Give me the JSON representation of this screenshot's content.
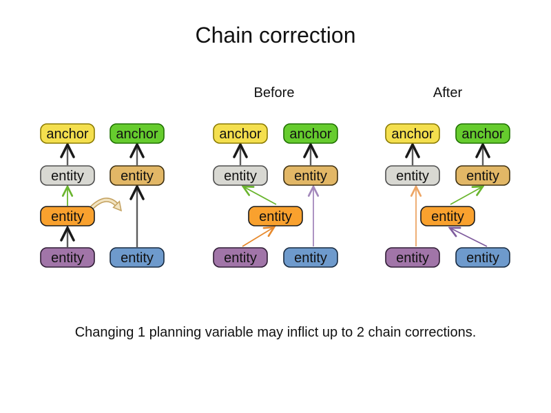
{
  "title": "Chain correction",
  "caption": "Changing 1 planning variable may inflict up to 2 chain corrections.",
  "section_labels": {
    "before": "Before",
    "after": "After"
  },
  "node_labels": {
    "anchor": "anchor",
    "entity": "entity"
  },
  "colors": {
    "anchor_yellow": "#F4DF4E",
    "anchor_yellow_border": "#8A7A00",
    "anchor_green": "#66CC2E",
    "anchor_green_border": "#1E7000",
    "entity_gray": "#D8D8D2",
    "entity_gray_border": "#4D4D4D",
    "entity_tan": "#E2B766",
    "entity_tan_border": "#3D2F10",
    "entity_orange": "#F9A12E",
    "entity_orange_border": "#1A1A1A",
    "entity_purple": "#A175A8",
    "entity_purple_border": "#2E1B33",
    "entity_blue": "#6E9ACC",
    "entity_blue_border": "#16293F",
    "arrow_shaft_gray": "#5C5C5C",
    "arrow_green": "#6AB52E",
    "arrow_orange": "#E78A2E",
    "arrow_orange_light": "#EDA564",
    "arrow_purple_light": "#A287BB",
    "arrow_purple_dark": "#7F5C9E",
    "move_arrow_fill": "#F2E4C2",
    "move_arrow_stroke": "#C3A05E",
    "text_color": "#111111"
  }
}
